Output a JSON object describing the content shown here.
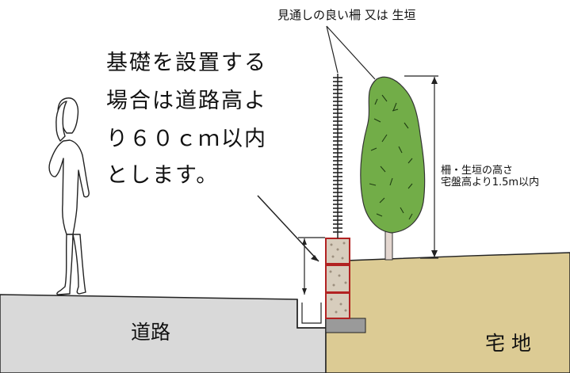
{
  "title": "見通しの良い柵 又は 生垣",
  "foundation_note": [
    "基礎を設置する",
    "場合は道路高よ",
    "り６０ｃｍ以内",
    "とします。"
  ],
  "height_note": [
    "柵・生垣の高さ",
    "宅盤高より1.5m以内"
  ],
  "road_label": "道路",
  "lot_label": "宅 地",
  "colors": {
    "road": "#d9d9d9",
    "lot": "#dccb94",
    "tree": "#72ad48",
    "block_border": "#b22222"
  }
}
